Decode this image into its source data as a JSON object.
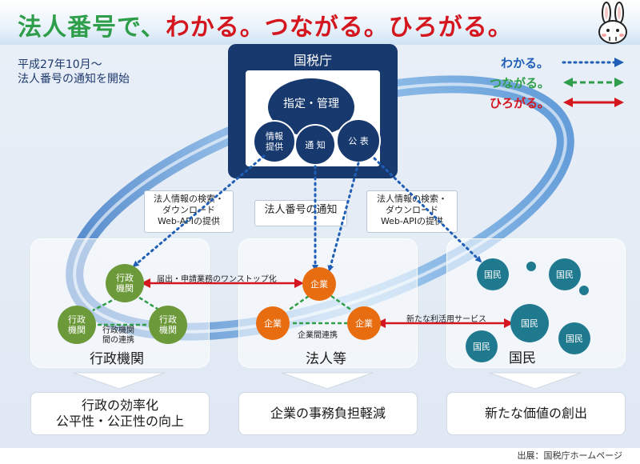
{
  "header": {
    "title_part1": "法人番号で、",
    "title_part2": "わかる。つながる。ひろがる。"
  },
  "notice": {
    "line1": "平成27年10月～",
    "line2": "法人番号の通知を開始"
  },
  "legend": {
    "wakaru": "わかる。",
    "tsunagaru": "つながる。",
    "hirogaru": "ひろがる。"
  },
  "nta": {
    "title": "国税庁",
    "main": "指定・管理",
    "info_line1": "情報",
    "info_line2": "提供",
    "notify": "通 知",
    "publish": "公 表"
  },
  "callouts": {
    "left_line1": "法人情報の検索・",
    "left_line2": "ダウンロード",
    "left_line3": "Web-APIの提供",
    "center": "法人番号の通知",
    "right_line1": "法人情報の検索・",
    "right_line2": "ダウンロード",
    "right_line3": "Web-APIの提供"
  },
  "admin": {
    "top_line1": "行政",
    "top_line2": "機関",
    "left_line1": "行政",
    "left_line2": "機関",
    "right_line1": "行政",
    "right_line2": "機関",
    "link_line1": "行政機関",
    "link_line2": "間の連携",
    "label": "行政機関"
  },
  "corp": {
    "top": "企業",
    "left": "企業",
    "right": "企業",
    "link": "企業間連携",
    "label": "法人等"
  },
  "citizens": {
    "c1": "国民",
    "c2": "国民",
    "c3": "国民",
    "c4": "国民",
    "c5": "国民",
    "label": "国民"
  },
  "links": {
    "one_stop": "届出・申請業務のワンストップ化",
    "new_service": "新たな利活用サービス"
  },
  "outcomes": {
    "admin_line1": "行政の効率化",
    "admin_line2": "公平性・公正性の向上",
    "corp": "企業の事務負担軽減",
    "citizens": "新たな価値の創出"
  },
  "source": "出展：国税庁ホームページ",
  "colors": {
    "wakaru": "#1f5fb5",
    "tsunagaru": "#2f9e4a",
    "hirogaru": "#d4161f",
    "navy": "#17396e",
    "admin_node": "#6c9a3a",
    "corp_node": "#e86c10",
    "citizen_node": "#1f7a90"
  }
}
